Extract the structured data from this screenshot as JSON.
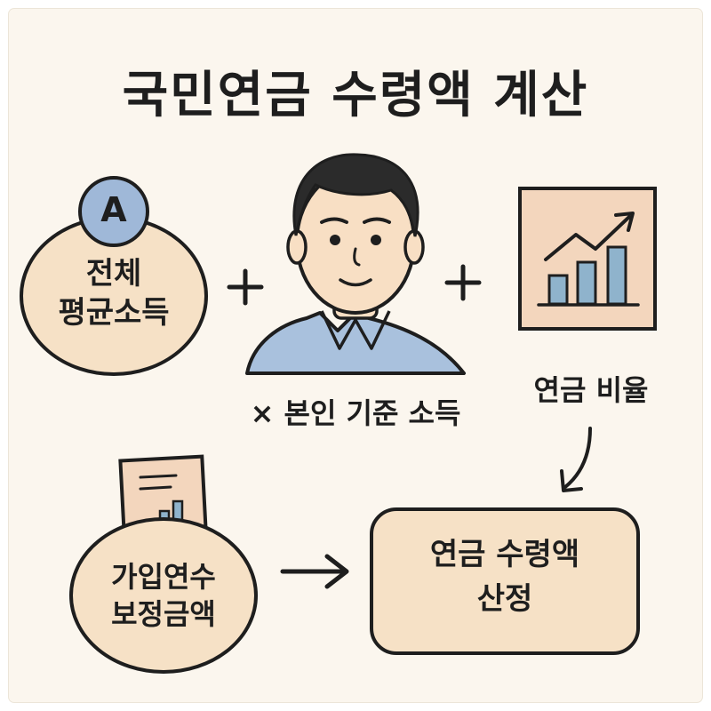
{
  "title": "국민연금 수령액 계산",
  "badge": {
    "letter": "A"
  },
  "income_bubble": {
    "line1": "전체",
    "line2": "평균소득"
  },
  "plus_symbols": {
    "first": "+",
    "second": "+"
  },
  "person_caption": "× 본인 기준 소득",
  "pension_ratio_caption": "연금 비율",
  "years_bubble": {
    "line1": "가입연수",
    "line2": "보정금액"
  },
  "result_box": {
    "line1": "연금 수령액",
    "line2": "산정"
  },
  "colors": {
    "background": "#fbf6ee",
    "bubble_fill": "#f6e1c6",
    "badge_fill": "#9fb8d8",
    "shirt": "#a9c1dd",
    "chart_bars": "#8fb3cc",
    "chart_paper": "#f3d6bd",
    "outline": "#1e1e1e"
  }
}
